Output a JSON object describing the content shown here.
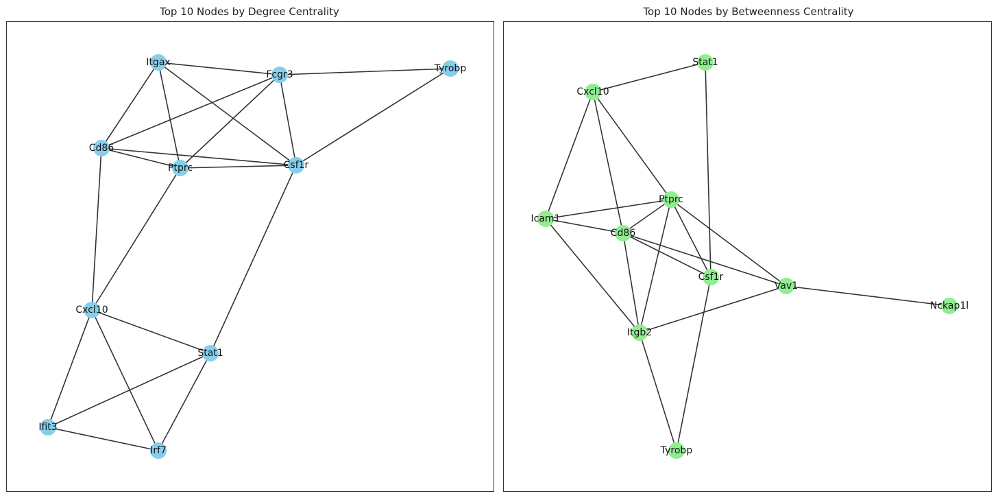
{
  "panels": [
    {
      "title": "Top 10 Nodes by Degree Centrality",
      "node_color": "#87CEEB",
      "nodes": [
        "Itgax",
        "Fcgr3",
        "Tyrobp",
        "Cd86",
        "Ptprc",
        "Csf1r",
        "Cxcl10",
        "Stat1",
        "Ifit3",
        "Irf7"
      ],
      "edges": [
        [
          "Itgax",
          "Fcgr3"
        ],
        [
          "Itgax",
          "Cd86"
        ],
        [
          "Itgax",
          "Ptprc"
        ],
        [
          "Itgax",
          "Csf1r"
        ],
        [
          "Fcgr3",
          "Tyrobp"
        ],
        [
          "Fcgr3",
          "Cd86"
        ],
        [
          "Fcgr3",
          "Ptprc"
        ],
        [
          "Fcgr3",
          "Csf1r"
        ],
        [
          "Tyrobp",
          "Csf1r"
        ],
        [
          "Cd86",
          "Ptprc"
        ],
        [
          "Cd86",
          "Csf1r"
        ],
        [
          "Cd86",
          "Cxcl10"
        ],
        [
          "Ptprc",
          "Csf1r"
        ],
        [
          "Ptprc",
          "Cxcl10"
        ],
        [
          "Csf1r",
          "Stat1"
        ],
        [
          "Cxcl10",
          "Stat1"
        ],
        [
          "Cxcl10",
          "Ifit3"
        ],
        [
          "Cxcl10",
          "Irf7"
        ],
        [
          "Stat1",
          "Ifit3"
        ],
        [
          "Stat1",
          "Irf7"
        ],
        [
          "Ifit3",
          "Irf7"
        ]
      ]
    },
    {
      "title": "Top 10 Nodes by Betweenness Centrality",
      "node_color": "#90EE90",
      "nodes": [
        "Stat1",
        "Cxcl10",
        "Ptprc",
        "Icam1",
        "Cd86",
        "Csf1r",
        "Vav1",
        "Nckap1l",
        "Itgb2",
        "Tyrobp"
      ],
      "edges": [
        [
          "Stat1",
          "Cxcl10"
        ],
        [
          "Stat1",
          "Csf1r"
        ],
        [
          "Cxcl10",
          "Icam1"
        ],
        [
          "Cxcl10",
          "Ptprc"
        ],
        [
          "Cxcl10",
          "Cd86"
        ],
        [
          "Ptprc",
          "Icam1"
        ],
        [
          "Ptprc",
          "Cd86"
        ],
        [
          "Ptprc",
          "Csf1r"
        ],
        [
          "Ptprc",
          "Vav1"
        ],
        [
          "Ptprc",
          "Itgb2"
        ],
        [
          "Icam1",
          "Cd86"
        ],
        [
          "Icam1",
          "Itgb2"
        ],
        [
          "Cd86",
          "Csf1r"
        ],
        [
          "Cd86",
          "Vav1"
        ],
        [
          "Cd86",
          "Itgb2"
        ],
        [
          "Csf1r",
          "Tyrobp"
        ],
        [
          "Vav1",
          "Itgb2"
        ],
        [
          "Vav1",
          "Nckap1l"
        ],
        [
          "Itgb2",
          "Tyrobp"
        ]
      ]
    }
  ]
}
